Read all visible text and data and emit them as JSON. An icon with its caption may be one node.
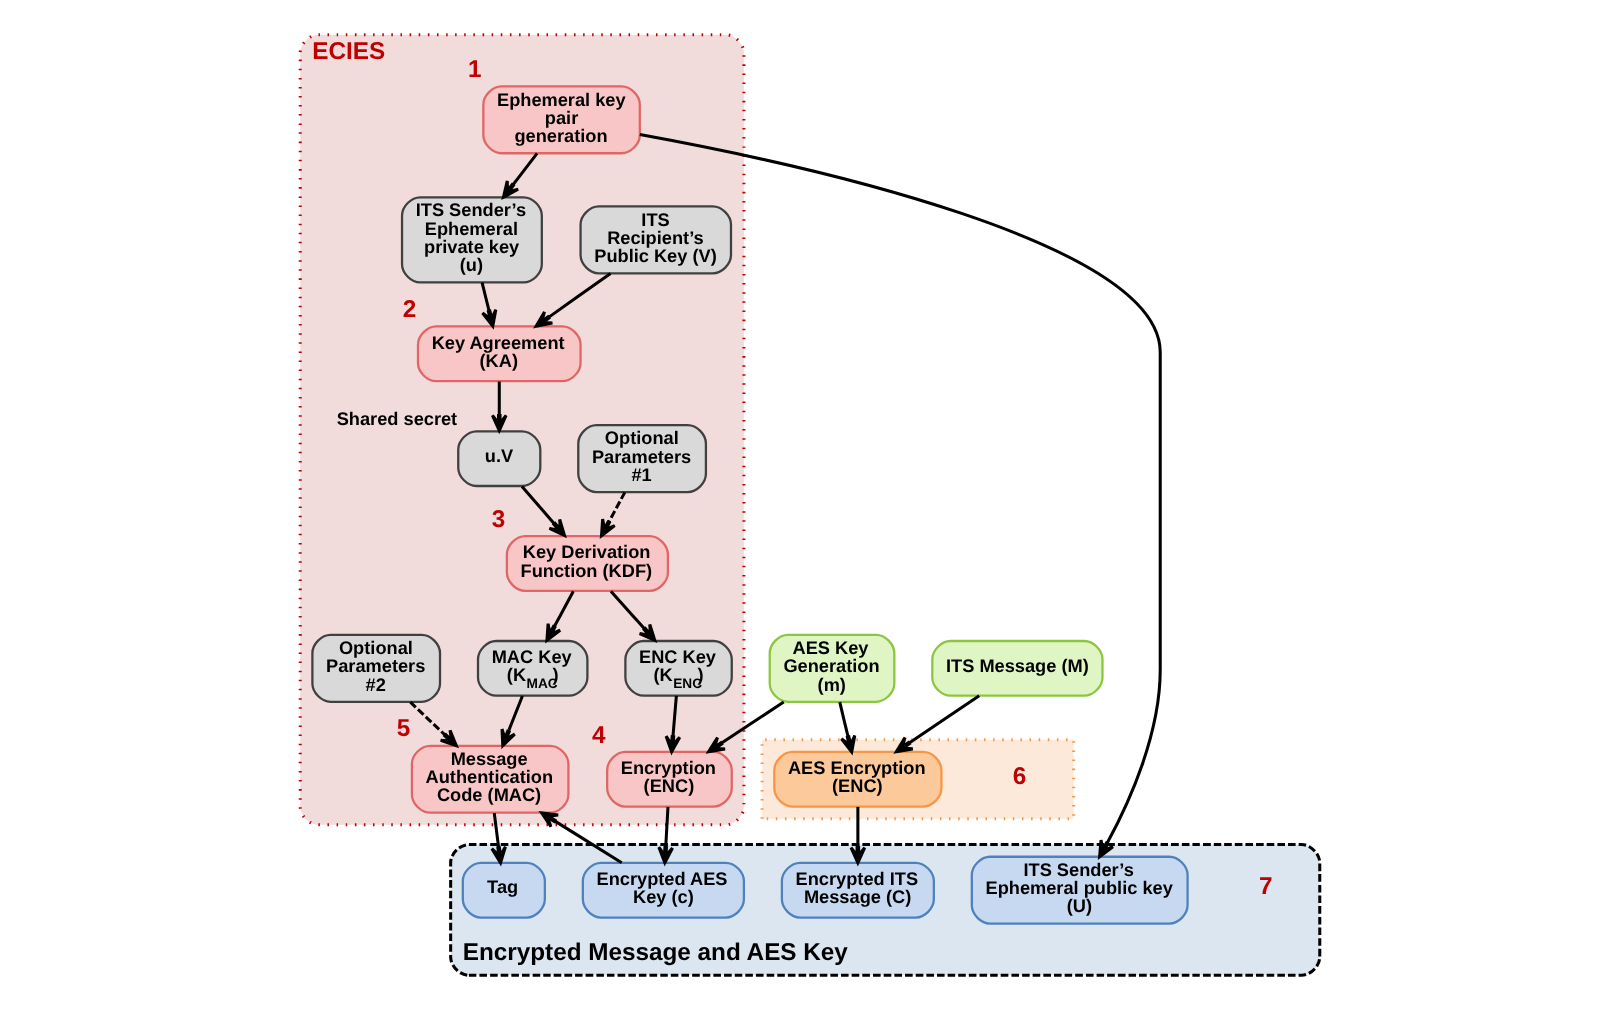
{
  "diagram": {
    "nodes": [
      {
        "text": [
          "ECIES"
        ]
      },
      {
        "text": [
          "ITS Recipient’s Public Key (V)"
        ],
        "in": 0
      },
      {
        "text": [
          "Key Agreement (KA)"
        ],
        "beside": [
          "2"
        ],
        "in": 0
      },
      {
        "text": [
          "u.V"
        ],
        "beside": [
          "Shared secret"
        ],
        "in": 0
      },
      {
        "text": [
          "Optional Parameters #1"
        ],
        "in": 0
      },
      {
        "text": [
          "Key Derivation Function (KDF)"
        ],
        "beside": [
          "3"
        ],
        "in": 0
      },
      {
        "text": [
          "ITS Sender’s Ephemeral private key (u)"
        ],
        "in": 0
      },
      {
        "text": [
          "MAC Key (K$_{MAC}$)"
        ],
        "in": 0
      },
      {
        "text": [
          "ENC Key (K$_{ENC}$)"
        ],
        "in": 0
      },
      {
        "text": [
          "Encryption (ENC)"
        ],
        "beside": [
          "4"
        ],
        "in": 0
      },
      {
        "text": [
          "Ephemeral key pair generation"
        ],
        "beside": [
          "1"
        ],
        "in": 0
      },
      {
        "text": [
          "Optional Parameters #2"
        ],
        "in": 0
      },
      {
        "text": [
          "Message Authentication Code (MAC)"
        ],
        "beside": [
          "5"
        ],
        "in": 0
      },
      {
        "text": [
          "AES Key Generation (m)"
        ]
      },
      {
        "text": [
          "ITS Message (M)"
        ]
      },
      {
        "text": [],
        "shape": "box",
        "beside": [
          "6"
        ]
      },
      {
        "text": [
          "AES Encryption (ENC)"
        ],
        "in": 15
      },
      {
        "text": [
          "Encrypted Message and AES Key"
        ],
        "beside": [
          "7"
        ]
      },
      {
        "text": [
          "ITS Sender’s Ephemeral public key (U)"
        ],
        "in": 17
      },
      {
        "text": [
          "Tag"
        ],
        "in": 17
      },
      {
        "text": [
          "Encrypted AES Key (c)"
        ],
        "in": 17
      },
      {
        "text": [
          "Encrypted ITS Message (C)"
        ],
        "in": 17
      }
    ],
    "edges": [
      {
        "from": 1,
        "to": 2,
        "arrow": "to"
      },
      {
        "from": 10,
        "to": 6,
        "arrow": "to"
      },
      {
        "from": 6,
        "to": 2,
        "arrow": "to"
      },
      {
        "from": 2,
        "to": 3,
        "arrow": "to"
      },
      {
        "from": 3,
        "to": 5,
        "arrow": "to"
      },
      {
        "from": 4,
        "to": 5,
        "arrow": "to",
        "style": "dashed"
      },
      {
        "from": 5,
        "to": 7,
        "arrow": "to"
      },
      {
        "from": 5,
        "to": 8,
        "arrow": "to"
      },
      {
        "from": 8,
        "to": 9,
        "arrow": "to"
      },
      {
        "from": 7,
        "to": 12,
        "arrow": "to"
      },
      {
        "from": 11,
        "to": 12,
        "arrow": "to",
        "style": "dashed"
      },
      {
        "from": 13,
        "to": 9,
        "arrow": "to"
      },
      {
        "from": 13,
        "to": 16,
        "arrow": "to"
      },
      {
        "from": 14,
        "to": 16,
        "arrow": "to"
      },
      {
        "from": 9,
        "to": 20,
        "arrow": "to"
      },
      {
        "from": 20,
        "to": 12,
        "arrow": "to"
      },
      {
        "from": 12,
        "to": 19,
        "arrow": "to"
      },
      {
        "from": 10,
        "to": 18,
        "arrow": "to"
      },
      {
        "from": 16,
        "to": 21,
        "arrow": "to"
      }
    ]
  }
}
